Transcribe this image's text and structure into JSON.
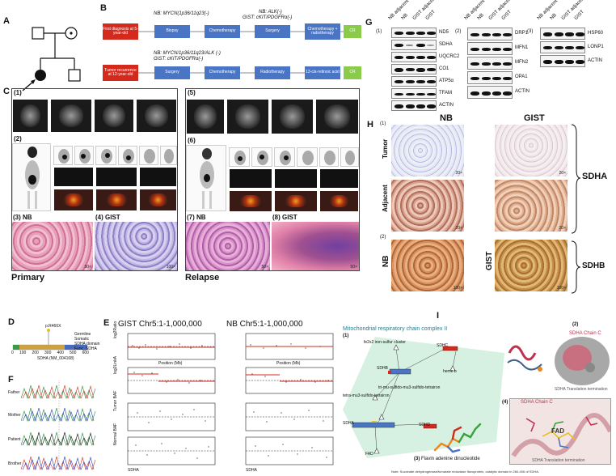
{
  "panels": {
    "A": "A",
    "B": "B",
    "C": "C",
    "D": "D",
    "E": "E",
    "F": "F",
    "G": "G",
    "H": "H",
    "I": "I"
  },
  "B": {
    "row1_note_nb": "NB: MYCN(1p36/11q23(-)",
    "row1_note_nb2": "NB: ALK(-)",
    "row1_note_gist": "GIST: cKIT/PDGFRα(-)",
    "row1": [
      "First diagnosis at 5-year-old",
      "Biopsy",
      "Chemotherapy",
      "Surgery",
      "Chemotherapy + radiotherapy",
      "CR"
    ],
    "row2_note_nb": "NB: MYCN/1p36/11q23/ALK (-)",
    "row2_note_gist": "GIST: cKIT/PDGFRα(-)",
    "row2": [
      "Tumor recurrence at 12-year-old",
      "Surgery",
      "Chemotherapy",
      "Radiotherapy",
      "13-cis-retinoic acid",
      "CR"
    ]
  },
  "C": {
    "sub1": "(1)",
    "sub2": "(2)",
    "sub3": "(3)",
    "sub3_label": "NB",
    "sub4": "(4)",
    "sub4_label": "GIST",
    "sub5": "(5)",
    "sub6": "(6)",
    "sub7": "(7)",
    "sub7_label": "NB",
    "sub8": "(8)",
    "sub8_label": "GIST",
    "mag3": "50×",
    "mag4": "100×",
    "mag7": "50×",
    "mag8": "50×",
    "primary": "Primary",
    "relapse": "Relapse"
  },
  "D": {
    "label": "p.R466X",
    "legend": [
      "Germline",
      "Somatic",
      "SDHA domain",
      "Func_SDHA"
    ],
    "axis": "SDHA (NM_004168)",
    "ticks": [
      "0",
      "100",
      "200",
      "300",
      "400",
      "500",
      "600"
    ]
  },
  "E": {
    "title_left": "GIST Chr5:1-1,000,000",
    "title_right": "NB Chr5:1-1,000,000",
    "ylabels": [
      "log2Ratio",
      "log2LinkA",
      "Tumor BAF",
      "Normal BAF"
    ],
    "xlabel": "Position (Mb)",
    "gene": "SDHA"
  },
  "F": {
    "rows": [
      "Father",
      "Mother",
      "Patient",
      "Brother"
    ]
  },
  "G": {
    "sub1": "(1)",
    "sub2": "(2)",
    "sub3": "(3)",
    "lanes1": [
      "NB adjacent",
      "NB",
      "GIST adjacent",
      "GIST"
    ],
    "proteins1": [
      "ND5",
      "SDHA",
      "UQCRC2",
      "CO1",
      "ATP5α",
      "TFAM",
      "ACTIN"
    ],
    "lanes2": [
      "NB adjacent",
      "NB",
      "GIST adjacent",
      "GIST"
    ],
    "proteins2": [
      "DRP1",
      "MFN1",
      "MFN2",
      "OPA1",
      "ACTIN"
    ],
    "lanes3": [
      "NB adjacent",
      "NB",
      "GIST adjacent",
      "GIST"
    ],
    "proteins3": [
      "HSP60",
      "LONP1",
      "ACTIN"
    ]
  },
  "H": {
    "sub1": "(1)",
    "sub2": "(2)",
    "col_nb": "NB",
    "col_gist": "GIST",
    "row_tumor": "Tumor",
    "row_adjacent": "Adjacent",
    "row_nb": "NB",
    "row_gist": "GIST",
    "sdha": "SDHA",
    "sdhb": "SDHB",
    "mag": "20×",
    "mag2": "100×"
  },
  "I": {
    "title": "Mitochondrial respiratory chain complex II",
    "sub1": "(1)",
    "sub2": "(2)",
    "sub3": "(3)",
    "sub4": "(4)",
    "nodes": [
      "fe2s2 iron-sulfur cluster",
      "SDHB",
      "SDHC",
      "heme b",
      "tri-mu-sulfido-mu3-sulfido-tetrairon",
      "tetra-mu3-sulfido-tetrairon",
      "SDHA",
      "SDHD",
      "FAD"
    ],
    "sdha_chain": "SDHA Chain C",
    "translation": "SDHA Translation termination",
    "flavin": "Flavin adenine dinucleotide",
    "fad": "FAD",
    "note": "Note: Succinate dehydrogenase/fumarate reductase flavoprotein, catalytic domain in 260-406 of SDHA."
  },
  "colors": {
    "red": "#d42a1e",
    "blue": "#4a74c4",
    "green": "#8acb4a",
    "teal": "#cfeedd"
  }
}
